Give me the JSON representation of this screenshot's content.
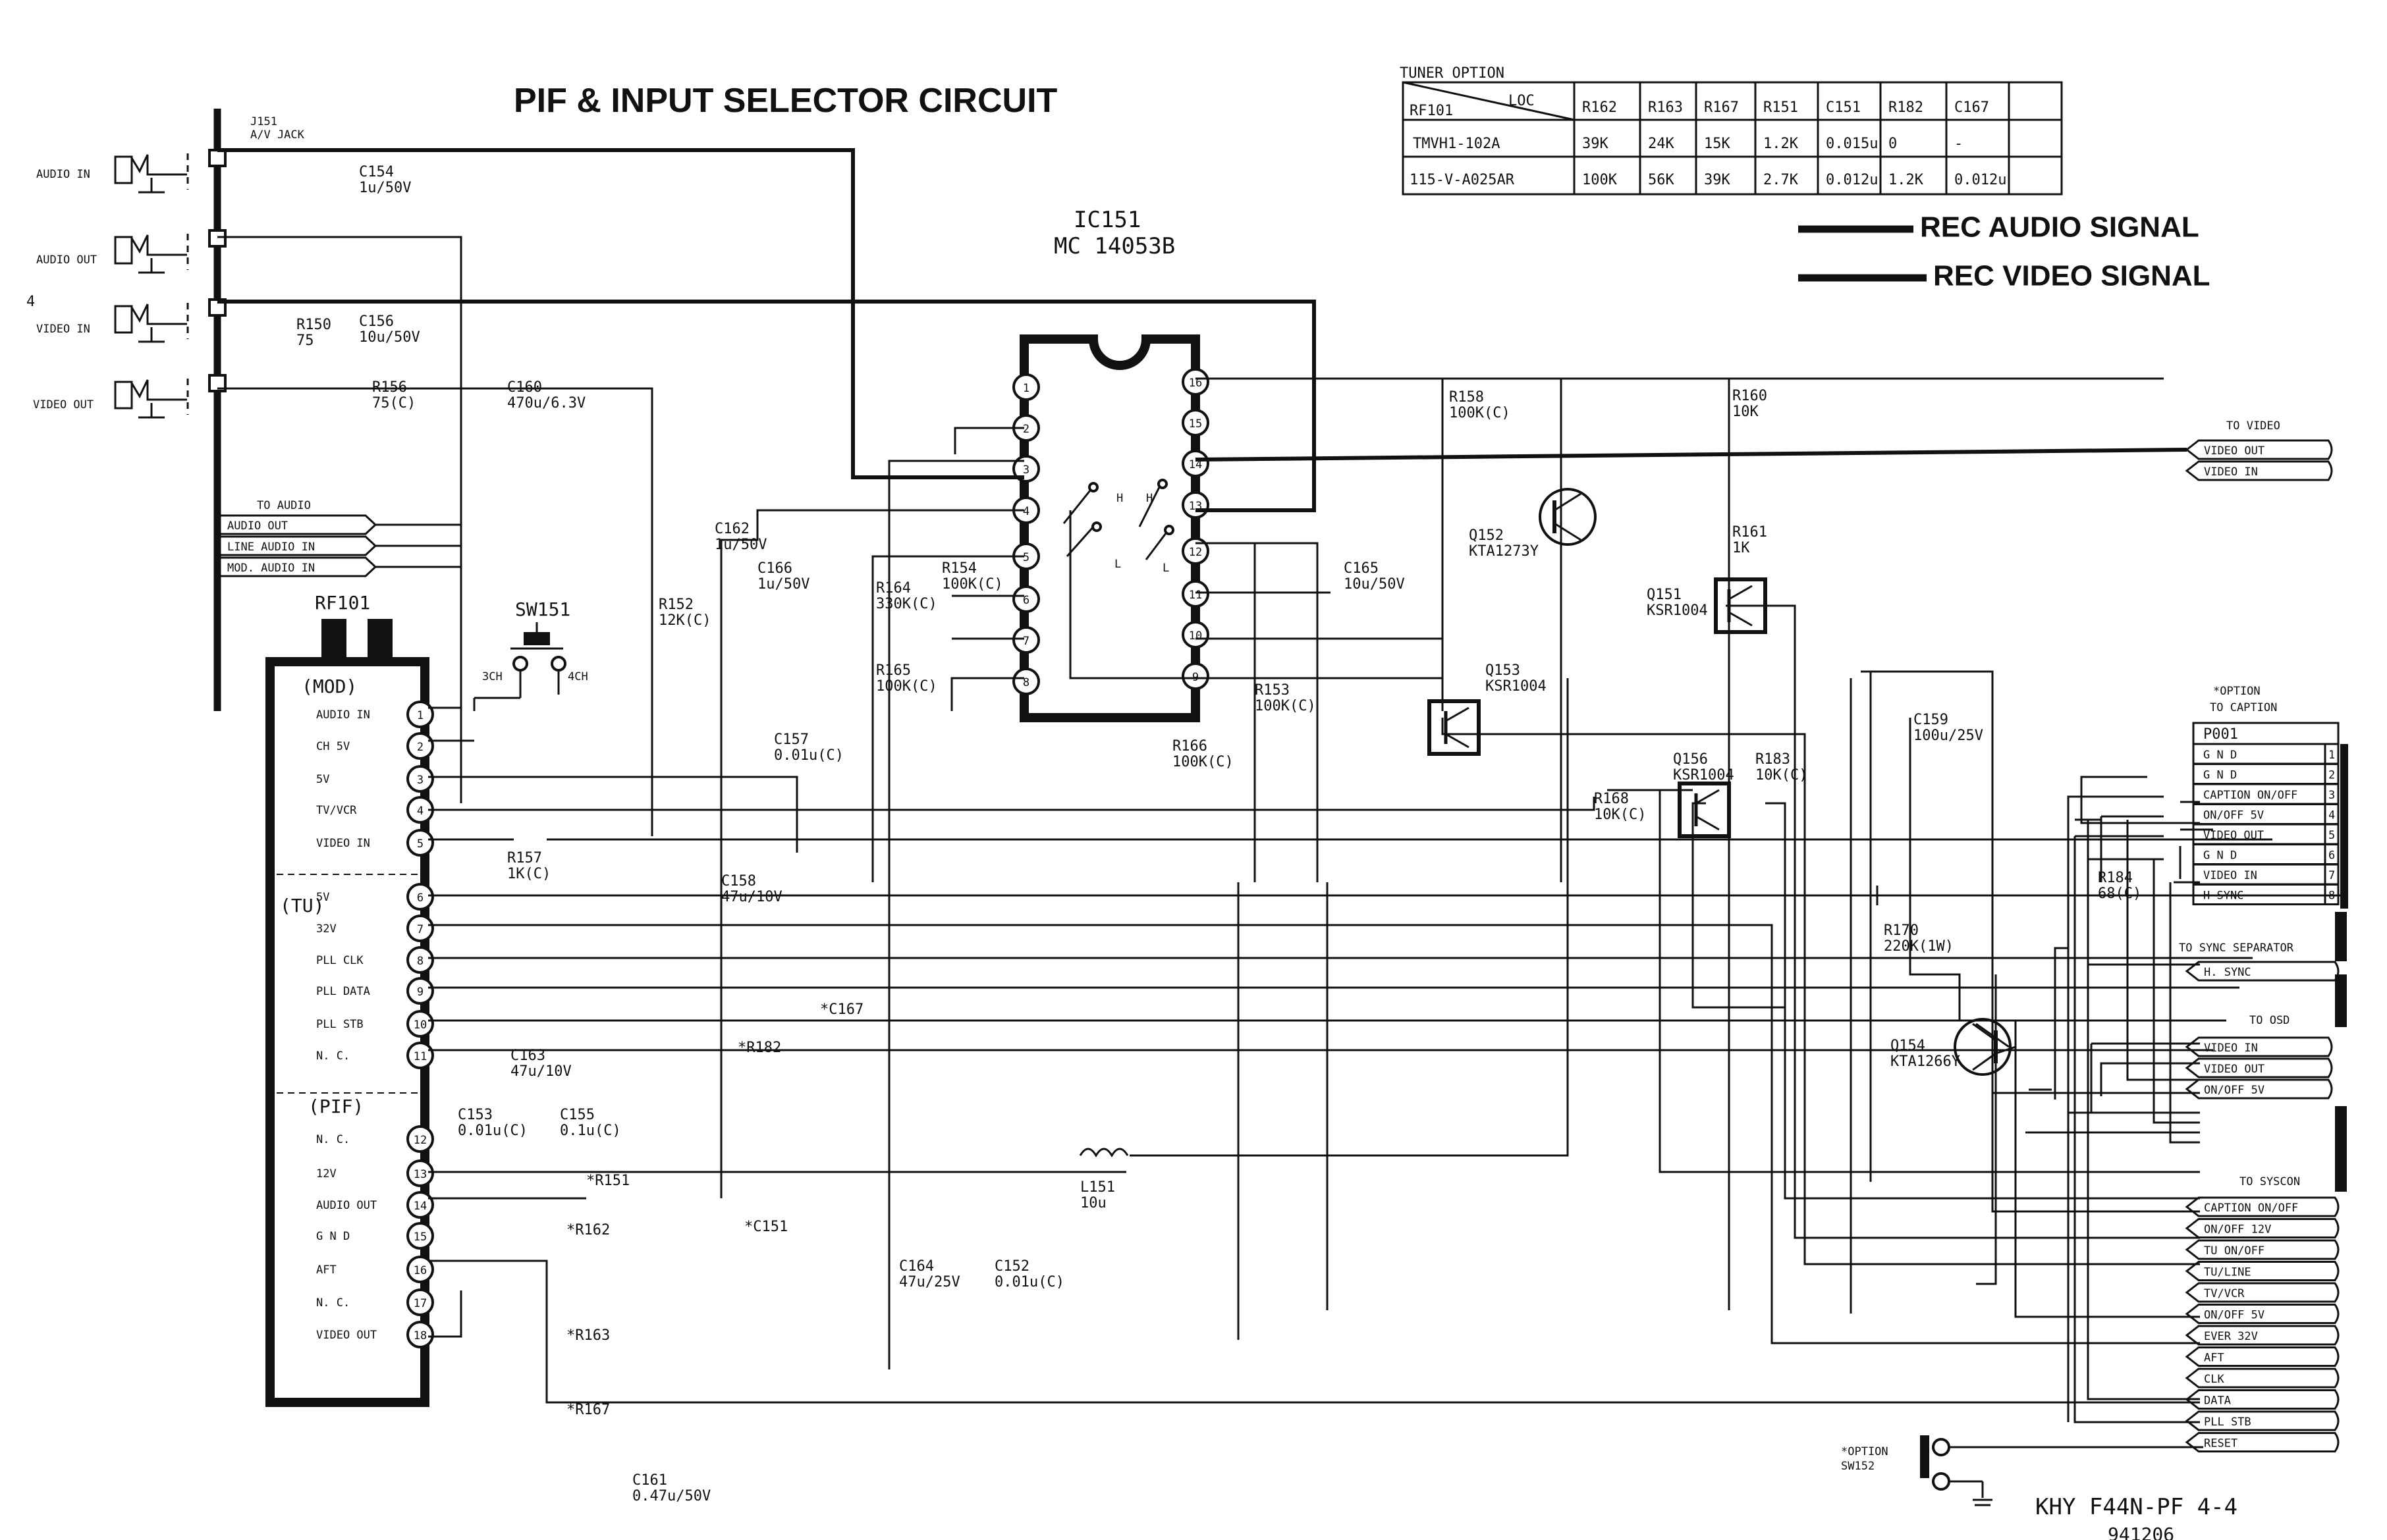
{
  "title": "PIF & INPUT SELECTOR CIRCUIT",
  "footer": {
    "model": "KHY F44N-PF 4-4",
    "date": "941206"
  },
  "legend": {
    "audio": "REC AUDIO SIGNAL",
    "video": "REC VIDEO SIGNAL"
  },
  "tuner_option": {
    "title": "TUNER OPTION",
    "corner": {
      "row_label": "RF101",
      "col_label": "LOC"
    },
    "columns": [
      "R162",
      "R163",
      "R167",
      "R151",
      "C151",
      "R182",
      "C167"
    ],
    "rows": [
      {
        "label": "TMVH1-102A",
        "values": [
          "39K",
          "24K",
          "15K",
          "1.2K",
          "0.015u",
          "0",
          "-"
        ]
      },
      {
        "label": "115-V-A025AR",
        "values": [
          "100K",
          "56K",
          "39K",
          "2.7K",
          "0.012u",
          "1.2K",
          "0.012u"
        ]
      }
    ]
  },
  "jack": {
    "ref": "J151",
    "type": "A/V JACK",
    "labels": [
      "AUDIO IN",
      "AUDIO OUT",
      "VIDEO IN",
      "VIDEO OUT"
    ],
    "side_mark": "4"
  },
  "to_audio": {
    "header": "TO AUDIO",
    "items": [
      "AUDIO OUT",
      "LINE AUDIO IN",
      "MOD. AUDIO IN"
    ]
  },
  "ic": {
    "ref": "IC151",
    "part": "MC 14053B",
    "left_pins": [
      "1",
      "2",
      "3",
      "4",
      "5",
      "6",
      "7",
      "8"
    ],
    "right_pins": [
      "16",
      "15",
      "14",
      "13",
      "12",
      "11",
      "10",
      "9"
    ],
    "sw_h": "H",
    "sw_l": "L"
  },
  "tuner": {
    "ref": "RF101",
    "sections": [
      "(MOD)",
      "(TU)",
      "(PIF)"
    ],
    "pins": [
      {
        "n": "1",
        "label": "AUDIO IN"
      },
      {
        "n": "2",
        "label": "CH 5V"
      },
      {
        "n": "3",
        "label": "5V"
      },
      {
        "n": "4",
        "label": "TV/VCR"
      },
      {
        "n": "5",
        "label": "VIDEO IN"
      },
      {
        "n": "6",
        "label": "5V"
      },
      {
        "n": "7",
        "label": "32V"
      },
      {
        "n": "8",
        "label": "PLL CLK"
      },
      {
        "n": "9",
        "label": "PLL DATA"
      },
      {
        "n": "10",
        "label": "PLL STB"
      },
      {
        "n": "11",
        "label": "N. C."
      },
      {
        "n": "12",
        "label": "N. C."
      },
      {
        "n": "13",
        "label": "12V"
      },
      {
        "n": "14",
        "label": "AUDIO OUT"
      },
      {
        "n": "15",
        "label": "G N D"
      },
      {
        "n": "16",
        "label": "AFT"
      },
      {
        "n": "17",
        "label": "N. C."
      },
      {
        "n": "18",
        "label": "VIDEO OUT"
      }
    ]
  },
  "switch151": {
    "ref": "SW151",
    "a": "3CH",
    "b": "4CH"
  },
  "components": {
    "C154": {
      "ref": "C154",
      "val": "1u/50V"
    },
    "C156": {
      "ref": "C156",
      "val": "10u/50V"
    },
    "R150": {
      "ref": "R150",
      "val": "75"
    },
    "R156": {
      "ref": "R156",
      "val": "75(C)"
    },
    "C160": {
      "ref": "C160",
      "val": "470u/6.3V"
    },
    "C162": {
      "ref": "C162",
      "val": "1u/50V"
    },
    "C166": {
      "ref": "C166",
      "val": "1u/50V"
    },
    "R152": {
      "ref": "R152",
      "val": "12K(C)"
    },
    "R164": {
      "ref": "R164",
      "val": "330K(C)"
    },
    "R154": {
      "ref": "R154",
      "val": "100K(C)"
    },
    "R165": {
      "ref": "R165",
      "val": "100K(C)"
    },
    "C157": {
      "ref": "C157",
      "val": "0.01u(C)"
    },
    "C158": {
      "ref": "C158",
      "val": "47u/10V"
    },
    "R157": {
      "ref": "R157",
      "val": "1K(C)"
    },
    "C167": {
      "ref": "C167"
    },
    "R182": {
      "ref": "R182"
    },
    "C153": {
      "ref": "C153",
      "val": "0.01u(C)"
    },
    "C163": {
      "ref": "C163",
      "val": "47u/10V"
    },
    "C155": {
      "ref": "C155",
      "val": "0.1u(C)"
    },
    "R151": {
      "ref": "R151"
    },
    "C151": {
      "ref": "C151"
    },
    "R162": {
      "ref": "R162"
    },
    "R163": {
      "ref": "R163"
    },
    "R167": {
      "ref": "R167"
    },
    "C161": {
      "ref": "C161",
      "val": "0.47u/50V"
    },
    "C164": {
      "ref": "C164",
      "val": "47u/25V"
    },
    "C152": {
      "ref": "C152",
      "val": "0.01u(C)"
    },
    "L151": {
      "ref": "L151",
      "val": "10u"
    },
    "C165": {
      "ref": "C165",
      "val": "10u/50V"
    },
    "R166": {
      "ref": "R166",
      "val": "100K(C)"
    },
    "R153": {
      "ref": "R153",
      "val": "100K(C)"
    },
    "R158": {
      "ref": "R158",
      "val": "100K(C)"
    },
    "R160": {
      "ref": "R160",
      "val": "10K"
    },
    "R161": {
      "ref": "R161",
      "val": "1K"
    },
    "Q152": {
      "ref": "Q152",
      "val": "KTA1273Y"
    },
    "Q151": {
      "ref": "Q151",
      "val": "KSR1004"
    },
    "Q153": {
      "ref": "Q153",
      "val": "KSR1004"
    },
    "Q156": {
      "ref": "Q156",
      "val": "KSR1004"
    },
    "R183": {
      "ref": "R183",
      "val": "10K(C)"
    },
    "R168": {
      "ref": "R168",
      "val": "10K(C)"
    },
    "C159": {
      "ref": "C159",
      "val": "100u/25V"
    },
    "R170": {
      "ref": "R170",
      "val": "220K(1W)"
    },
    "Q154": {
      "ref": "Q154",
      "val": "KTA1266Y"
    },
    "R184": {
      "ref": "R184",
      "val": "68(C)"
    }
  },
  "to_video": {
    "header": "TO VIDEO",
    "items": [
      "VIDEO OUT",
      "VIDEO IN"
    ]
  },
  "p001": {
    "note": "*OPTION",
    "header": "TO CAPTION",
    "ref": "P001",
    "pins": [
      {
        "label": "G N D",
        "n": "1"
      },
      {
        "label": "G N D",
        "n": "2"
      },
      {
        "label": "CAPTION ON/OFF",
        "n": "3"
      },
      {
        "label": "ON/OFF 5V",
        "n": "4"
      },
      {
        "label": "VIDEO OUT",
        "n": "5"
      },
      {
        "label": "G N D",
        "n": "6"
      },
      {
        "label": "VIDEO IN",
        "n": "7"
      },
      {
        "label": "H SYNC",
        "n": "8"
      }
    ]
  },
  "to_sync": {
    "header": "TO SYNC SEPARATOR",
    "items": [
      "H. SYNC"
    ]
  },
  "to_osd": {
    "header": "TO OSD",
    "items": [
      "VIDEO IN",
      "VIDEO OUT",
      "ON/OFF 5V"
    ]
  },
  "to_syscon": {
    "header": "TO SYSCON",
    "items": [
      "CAPTION ON/OFF",
      "ON/OFF 12V",
      "TU ON/OFF",
      "TU/LINE",
      "TV/VCR",
      "ON/OFF 5V",
      "EVER 32V",
      "AFT",
      "CLK",
      "DATA",
      "PLL STB",
      "RESET"
    ]
  },
  "sw152": {
    "note": "*OPTION",
    "ref": "SW152"
  }
}
